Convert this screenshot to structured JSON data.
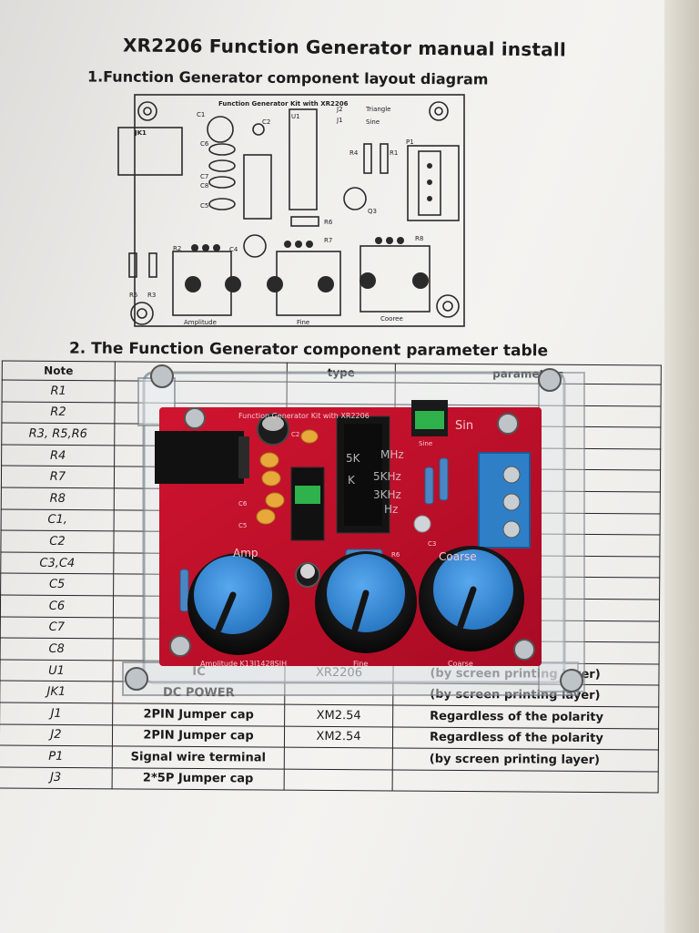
{
  "document": {
    "title": "XR2206 Function Generator manual install",
    "section1_heading": "1.Function Generator component layout diagram",
    "section2_heading": "2. The Function Generator component parameter table"
  },
  "diagram": {
    "board_title": "Function Generator Kit with XR2206",
    "labels": {
      "jk1": "JK1",
      "c1": "C1",
      "c2": "C2",
      "u1": "U1",
      "j2": "J2",
      "j1": "J1",
      "triangle": "Triangle",
      "sine": "Sine",
      "r4": "R4",
      "r1": "R1",
      "p1": "P1",
      "c6": "C6",
      "c7": "C7",
      "c8": "C8",
      "c5": "C5",
      "r6": "R6",
      "q3": "Q3",
      "r2": "R2",
      "c4": "C4",
      "r7": "R7",
      "r8": "R8",
      "r5": "R5",
      "r3": "R3",
      "amplitude": "Amplitude",
      "fine": "Fine",
      "coarse": "Cooree"
    }
  },
  "table": {
    "headers": {
      "note": "Note",
      "type": "type",
      "parameters": "parameters"
    },
    "rows": [
      {
        "note": "R1",
        "name": "",
        "type": "",
        "param": ""
      },
      {
        "note": "R2",
        "name": "",
        "type": "",
        "param": ""
      },
      {
        "note": "R3, R5,R6",
        "name": "",
        "type": "",
        "param": ""
      },
      {
        "note": "R4",
        "name": "",
        "type": "",
        "param": ""
      },
      {
        "note": "R7",
        "name": "",
        "type": "",
        "param": ""
      },
      {
        "note": "R8",
        "name": "",
        "type": "",
        "param": ""
      },
      {
        "note": "C1,",
        "name": "",
        "type": "",
        "param": ""
      },
      {
        "note": "C2",
        "name": "",
        "type": "",
        "param": ""
      },
      {
        "note": "C3,C4",
        "name": "",
        "type": "",
        "param": ""
      },
      {
        "note": "C5",
        "name": "",
        "type": "",
        "param": ""
      },
      {
        "note": "C6",
        "name": "",
        "type": "",
        "param": ""
      },
      {
        "note": "C7",
        "name": "",
        "type": "",
        "param": ""
      },
      {
        "note": "C8",
        "name": "",
        "type": "",
        "param": ""
      },
      {
        "note": "U1",
        "name": "IC",
        "type": "XR2206",
        "param": "(by screen printing layer)"
      },
      {
        "note": "JK1",
        "name": "DC POWER",
        "type": "",
        "param": "(by screen printing layer)"
      },
      {
        "note": "J1",
        "name": "2PIN Jumper cap",
        "type": "XM2.54",
        "param": "Regardless of the polarity"
      },
      {
        "note": "J2",
        "name": "2PIN Jumper cap",
        "type": "XM2.54",
        "param": "Regardless of the polarity"
      },
      {
        "note": "P1",
        "name": "Signal wire terminal",
        "type": "",
        "param": "(by screen printing layer)"
      },
      {
        "note": "J3",
        "name": "2*5P Jumper cap",
        "type": "",
        "param": ""
      }
    ]
  },
  "board": {
    "silkscreen": {
      "top": "Function Generator Kit with XR2206",
      "amp": "Amp",
      "coarse": "Coarse",
      "sin": "Sin",
      "sine": "Sine",
      "bottom_left": "Amplitude K13I1428SJH",
      "bottom_mid": "Fine",
      "bottom_right": "Coarse",
      "c3": "C3",
      "c6": "C6",
      "c5": "C5",
      "r6": "R6",
      "c2": "C2",
      "freq_labels": [
        "5K",
        "K",
        "MHz",
        "5KHz",
        "3KHz",
        "Hz"
      ]
    }
  },
  "colors": {
    "pcb": "#c8102e",
    "knob_cap": "#3a8fd9",
    "knob": "#151515",
    "terminal": "#2f7fc7",
    "jumper": "#2fb14c",
    "capacitor": "#e6a93a"
  }
}
